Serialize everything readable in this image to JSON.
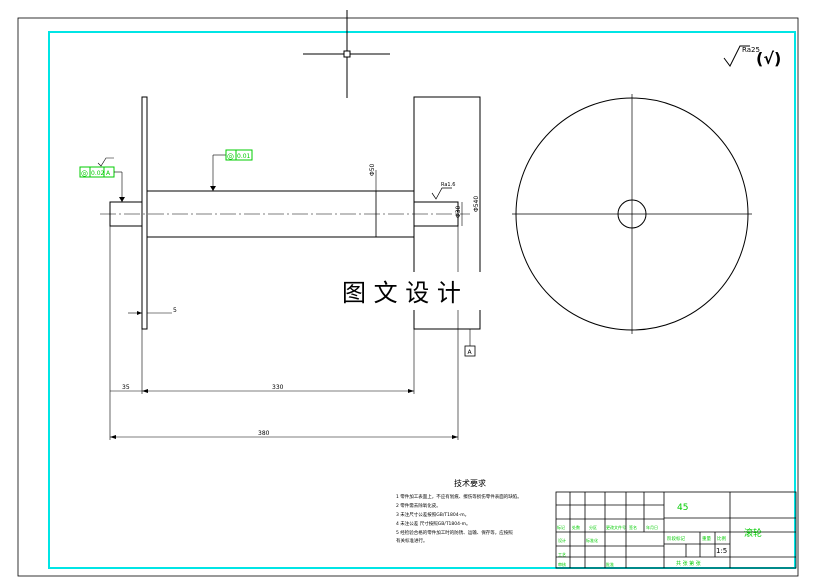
{
  "surface_finish": {
    "symbol": "√",
    "value": "Ra25",
    "general": "(√)"
  },
  "tolerance_frames": [
    {
      "symbol": "◎",
      "value": "0.01",
      "datum": ""
    },
    {
      "symbol": "◎",
      "value": "0.02",
      "datum": "A"
    }
  ],
  "shaft_finish": "Ra1.6",
  "datum_label": "A",
  "dimensions": {
    "shaft_dia": "Φ50",
    "pin_dia": "Φ30",
    "flange_dia": "Φ540",
    "flange_thk": "5",
    "left_len": "35",
    "mid_len": "330",
    "total_len": "380"
  },
  "watermark": "图 文 设 计",
  "tech_req": {
    "title": "技术要求",
    "items": [
      "1 零件加工表面上，不应有划痕、擦伤等损伤零件表面的缺陷。",
      "2 零件需去除氧化皮。",
      "3 未注尺寸公差按照GB/T1804-m。",
      "4 未注公差 尺寸按照GB/T1804-m。",
      "5 经检验合格的零件加工时的防锈、运输、保存等，应按照",
      "  有关标准进行。"
    ]
  },
  "title_block": {
    "material": "45",
    "part_name": "滚轮",
    "scale": "1:5",
    "stage_label": "阶段标记",
    "weight_label": "重量",
    "scale_label": "比例",
    "sheet_label": "共 张 第 张",
    "grid_labels": [
      "标记",
      "处数",
      "分区",
      "更改文件号",
      "签名",
      "年月日",
      "设计",
      "标准化",
      "工艺",
      "审核",
      "批准"
    ]
  },
  "colors": {
    "frame": "#00e5e5",
    "line": "#000000",
    "accent": "#00cc00"
  }
}
